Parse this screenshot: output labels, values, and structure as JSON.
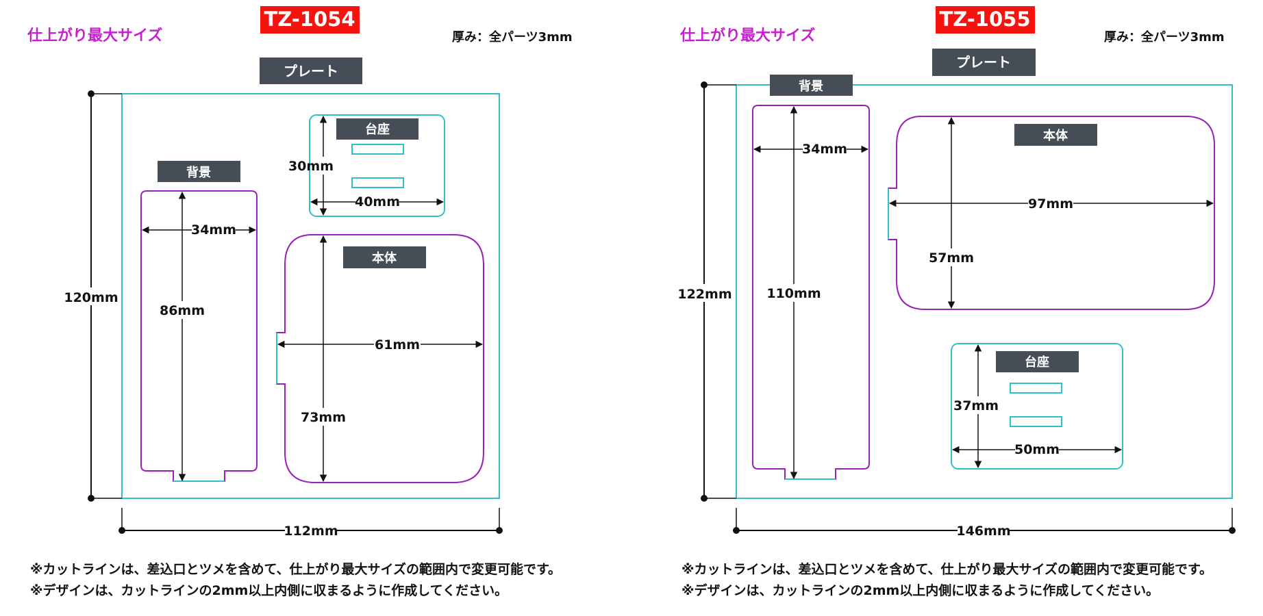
{
  "colors": {
    "magenta": "#c51fd0",
    "cyan": "#2fbfc9",
    "purple": "#9a1fb8",
    "dark_label": "#454e57",
    "red": "#f5130f",
    "line": "#111111"
  },
  "left": {
    "model": "TZ-1054",
    "max_size_label": "仕上がり最大サイズ",
    "thickness_label": "厚み：全パーツ3mm",
    "plate_label": "プレート",
    "background_label": "背景",
    "stand_label": "台座",
    "body_label": "本体",
    "dims": {
      "plate_height": "120mm",
      "plate_width": "112mm",
      "background_width": "34mm",
      "background_height": "86mm",
      "stand_height": "30mm",
      "stand_width": "40mm",
      "body_width": "61mm",
      "body_height": "73mm"
    }
  },
  "right": {
    "model": "TZ-1055",
    "max_size_label": "仕上がり最大サイズ",
    "thickness_label": "厚み：全パーツ3mm",
    "plate_label": "プレート",
    "background_label": "背景",
    "stand_label": "台座",
    "body_label": "本体",
    "dims": {
      "plate_height": "122mm",
      "plate_width": "146mm",
      "background_width": "34mm",
      "background_height": "110mm",
      "body_width": "97mm",
      "body_height": "57mm",
      "stand_height": "37mm",
      "stand_width": "50mm"
    }
  },
  "notes": {
    "line1": "※カットラインは、差込口とツメを含めて、仕上がり最大サイズの範囲内で変更可能です。",
    "line2": "※デザインは、カットラインの2mm以上内側に収まるように作成してください。"
  }
}
